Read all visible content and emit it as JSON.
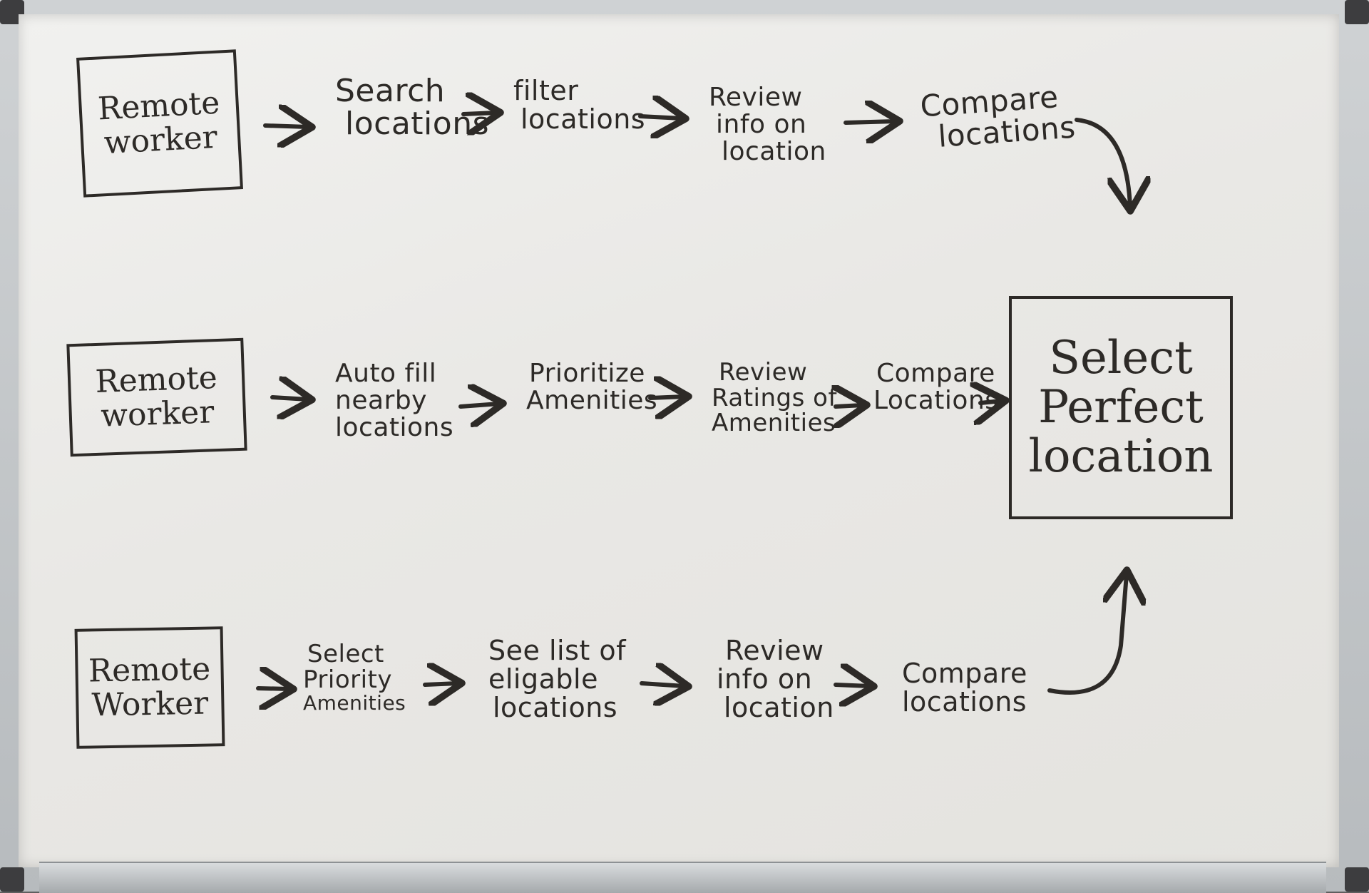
{
  "boxes": {
    "row1": {
      "line1": "Remote",
      "line2": "worker"
    },
    "row2": {
      "line1": "Remote",
      "line2": "worker"
    },
    "row3": {
      "line1": "Remote",
      "line2": "Worker"
    },
    "goal": {
      "line1": "Select",
      "line2": "Perfect",
      "line3": "location"
    }
  },
  "row1": [
    {
      "line1": "Search",
      "line2": "locations"
    },
    {
      "line1": "filter",
      "line2": "locations"
    },
    {
      "line1": "Review",
      "line2": "info on",
      "line3": "location"
    },
    {
      "line1": "Compare",
      "line2": "locations"
    }
  ],
  "row2": [
    {
      "line1": "Auto fill",
      "line2": "nearby",
      "line3": "locations"
    },
    {
      "line1": "Prioritize",
      "line2": "Amenities"
    },
    {
      "line1": "Review",
      "line2": "Ratings of",
      "line3": "Amenities"
    },
    {
      "line1": "Compare",
      "line2": "Locations"
    }
  ],
  "row3": [
    {
      "line1": "Select",
      "line2": "Priority",
      "line3": "Amenities"
    },
    {
      "line1": "See list of",
      "line2": "eligable",
      "line3": "locations"
    },
    {
      "line1": "Review",
      "line2": "info on",
      "line3": "location"
    },
    {
      "line1": "Compare",
      "line2": "locations"
    }
  ]
}
